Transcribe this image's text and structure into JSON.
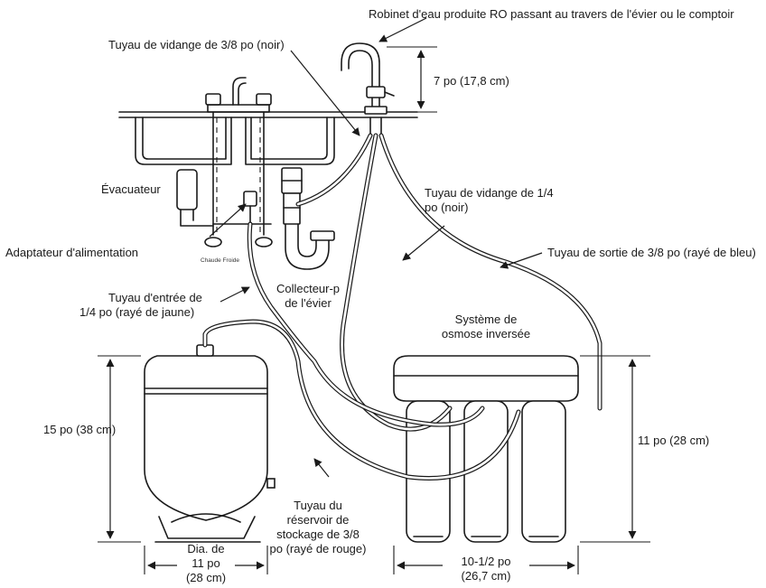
{
  "labels": {
    "faucet": "Robinet d'eau produite RO passant au travers de l'évier ou le comptoir",
    "drain_38": "Tuyau de vidange de 3/8 po (noir)",
    "faucet_height": "7 po (17,8 cm)",
    "drain_saddle": "Évacuateur",
    "drain_14_line1": "Tuyau de vidange de 1/4",
    "drain_14_line2": "po (noir)",
    "supply_adapter": "Adaptateur d'alimentation",
    "small_label": "Chaude Froide",
    "outlet_38": "Tuyau de sortie de 3/8 po (rayé de bleu)",
    "inlet_line1": "Tuyau d'entrée de",
    "inlet_line2": "1/4 po (rayé de jaune)",
    "trap_line1": "Collecteur-p",
    "trap_line2": "de l'évier",
    "system_line1": "Système de",
    "system_line2": "osmose inversée",
    "tank_height": "15 po (38 cm)",
    "system_height": "11 po (28 cm)",
    "tank_tube_line1": "Tuyau du",
    "tank_tube_line2": "réservoir de",
    "tank_tube_line3": "stockage de 3/8",
    "tank_tube_line4": "po (rayé de rouge)",
    "tank_dia_line1": "Dia. de",
    "tank_dia_line2": "11 po",
    "tank_dia_line3": "(28 cm)",
    "system_width_line1": "10-1/2 po",
    "system_width_line2": "(26,7 cm)"
  }
}
